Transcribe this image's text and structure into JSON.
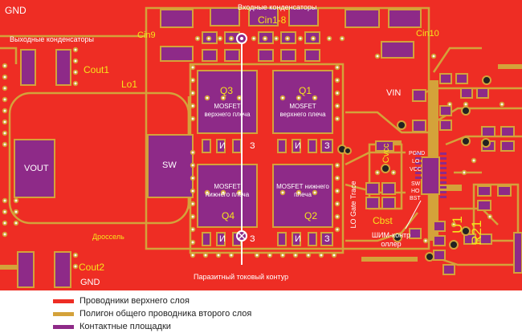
{
  "colors": {
    "top_layer": "#ee2d24",
    "inner_copper": "#d4a23a",
    "pads": "#8e2a88",
    "text_white": "#ffffff",
    "text_yellow": "#f6e51b"
  },
  "labels": {
    "gnd_top": "GND",
    "input_caps": "Входные конденсаторы",
    "cin18": "Cin1-8",
    "cin9": "Cin9",
    "cin10": "Cin10",
    "output_caps": "Выходные конденсаторы",
    "cout1": "Cout1",
    "lo1": "Lo1",
    "vout": "VOUT",
    "sw": "SW",
    "q3": "Q3",
    "q1": "Q1",
    "q4": "Q4",
    "q2": "Q2",
    "q3_desc": "MOSFET верхнего плеча",
    "q1_desc": "MOSFET верхнего плеча",
    "q4_desc": "MOSFET нижнего плеча",
    "q2_desc": "MOSFET нижнего плеча",
    "pin_i": "И",
    "pin_z": "З",
    "vin": "VIN",
    "choke": "Дроссель",
    "cout2": "Cout2",
    "gnd_bottom": "GND",
    "parasitic": "Паразитный токовый контур",
    "lo_gate_trace": "LO Gate Trace",
    "cvcc": "Cvcc",
    "cbst": "Cbst",
    "pgnd": "PGND",
    "lo": "LO",
    "vcc": "VCC",
    "sw_pin": "SW",
    "ho": "HO",
    "bst": "BST",
    "pwm_controller": "ШИМ-контроллер",
    "u1": "U1",
    "r21": "R21"
  },
  "legend": [
    {
      "text": "Проводники верхнего слоя",
      "color": "#ee2d24"
    },
    {
      "text": "Полигон общего проводника второго слоя",
      "color": "#d4a23a"
    },
    {
      "text": "Контактные площадки",
      "color": "#8e2a88"
    }
  ]
}
